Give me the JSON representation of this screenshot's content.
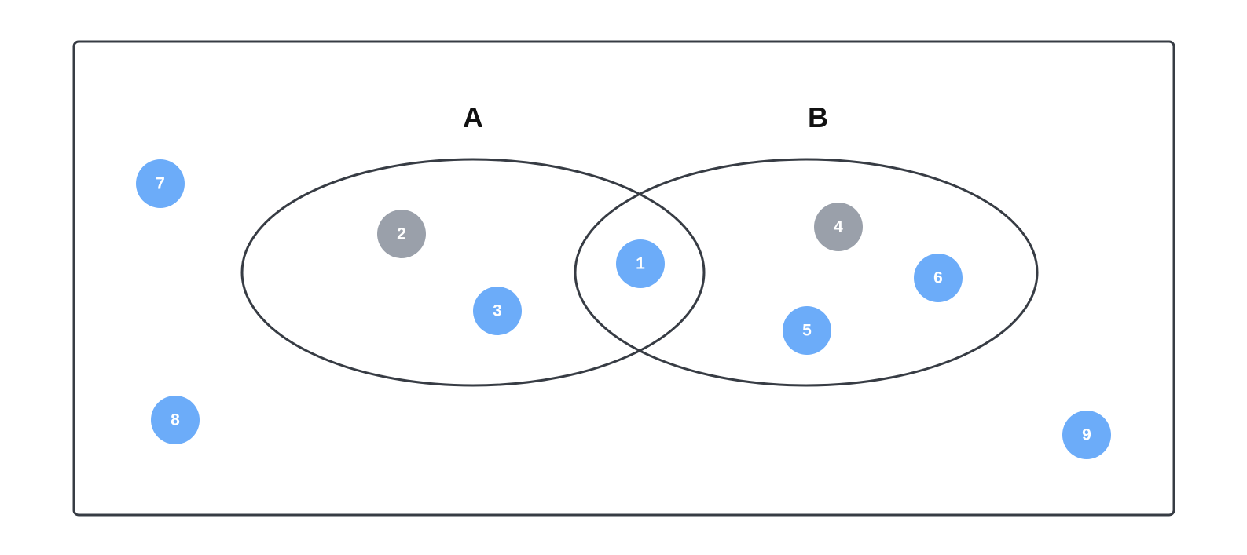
{
  "diagram": {
    "universe_stroke": "#373c44",
    "set_stroke": "#373c44",
    "sets": [
      {
        "id": "A",
        "label": "A"
      },
      {
        "id": "B",
        "label": "B"
      }
    ],
    "elements": [
      {
        "label": "1",
        "region": "A∩B",
        "color": "#6cacf9"
      },
      {
        "label": "2",
        "region": "A only",
        "color": "#9aa0aa"
      },
      {
        "label": "3",
        "region": "A only",
        "color": "#6cacf9"
      },
      {
        "label": "4",
        "region": "B only",
        "color": "#9aa0aa"
      },
      {
        "label": "5",
        "region": "B only",
        "color": "#6cacf9"
      },
      {
        "label": "6",
        "region": "B only",
        "color": "#6cacf9"
      },
      {
        "label": "7",
        "region": "outside",
        "color": "#6cacf9"
      },
      {
        "label": "8",
        "region": "outside",
        "color": "#6cacf9"
      },
      {
        "label": "9",
        "region": "outside",
        "color": "#6cacf9"
      }
    ]
  }
}
